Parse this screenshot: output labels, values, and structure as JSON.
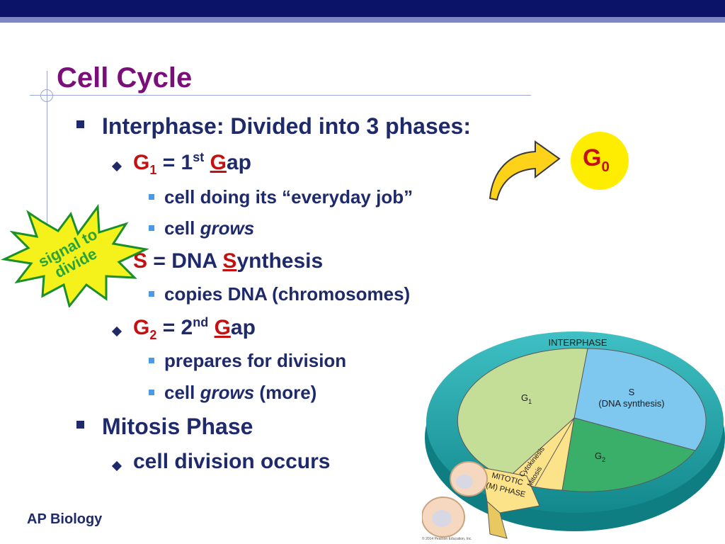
{
  "title": "Cell Cycle",
  "footer": "AP Biology",
  "starburst": {
    "line1": "signal to",
    "line2": "divide"
  },
  "g0": {
    "letter": "G",
    "sub": "0"
  },
  "bullets": {
    "interphase": "Interphase: Divided into 3 phases:",
    "g1": {
      "letter": "G",
      "sub": "1",
      "eq": " = 1",
      "sup": "st",
      "gap_g": "G",
      "gap_rest": "ap"
    },
    "g1_items": [
      "cell doing its “everyday job”",
      "cell",
      "grows"
    ],
    "s": {
      "letter": "S",
      "eq": " = DNA ",
      "syn_s": "S",
      "syn_rest": "ynthesis"
    },
    "s_items": [
      "copies DNA (chromosomes)"
    ],
    "g2": {
      "letter": "G",
      "sub": "2",
      "eq": " = 2",
      "sup": "nd",
      "gap_g": "G",
      "gap_rest": "ap"
    },
    "g2_items": [
      "prepares for division",
      "cell",
      "grows",
      "(more)"
    ],
    "mitosis": "Mitosis Phase",
    "mitosis_item": "cell division occurs"
  },
  "diagram": {
    "interphase": "INTERPHASE",
    "g1": "G",
    "g1_sub": "1",
    "s_line1": "S",
    "s_line2": "(DNA synthesis)",
    "g2": "G",
    "g2_sub": "2",
    "cytokinesis": "Cytokinesis",
    "mitosis": "Mitosis",
    "mitotic_line1": "MITOTIC",
    "mitotic_line2": "(M) PHASE",
    "copyright": "© 2014 Pearson Education, Inc."
  },
  "colors": {
    "navy": "#0a1368",
    "title": "#7a0f7a",
    "text": "#1f2a6b",
    "red": "#c41010",
    "g1": "#c5de97",
    "s": "#7ec8ef",
    "g2": "#3aaf6a",
    "ring": "#19a3a8",
    "mitotic": "#fce38a",
    "starburst": "#f5f11a"
  }
}
